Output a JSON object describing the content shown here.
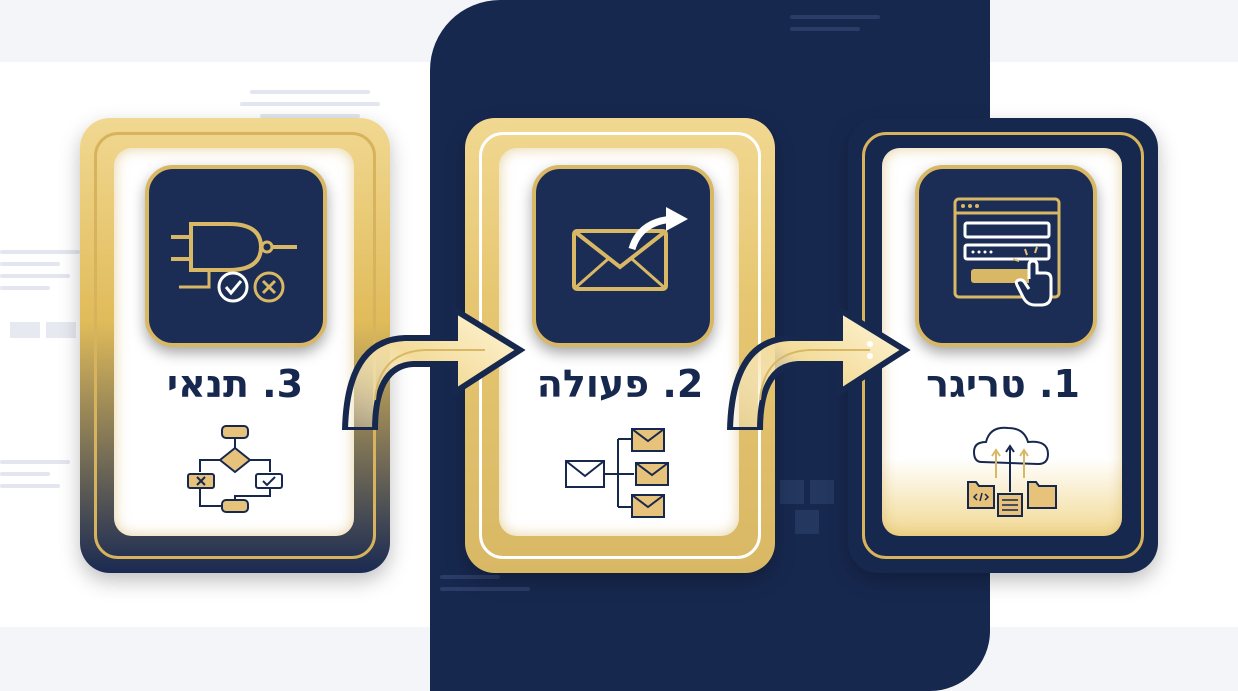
{
  "steps": [
    {
      "label": "1. טריגר",
      "icon": "form-click-icon",
      "sub_icon": "cloud-upload-icon"
    },
    {
      "label": "2. פעולה",
      "icon": "send-mail-icon",
      "sub_icon": "mail-distribution-icon"
    },
    {
      "label": "3. תנאי",
      "icon": "logic-gate-icon",
      "sub_icon": "flowchart-icon"
    }
  ],
  "colors": {
    "navy": "#17284f",
    "gold": "#d9b865",
    "white": "#ffffff"
  }
}
